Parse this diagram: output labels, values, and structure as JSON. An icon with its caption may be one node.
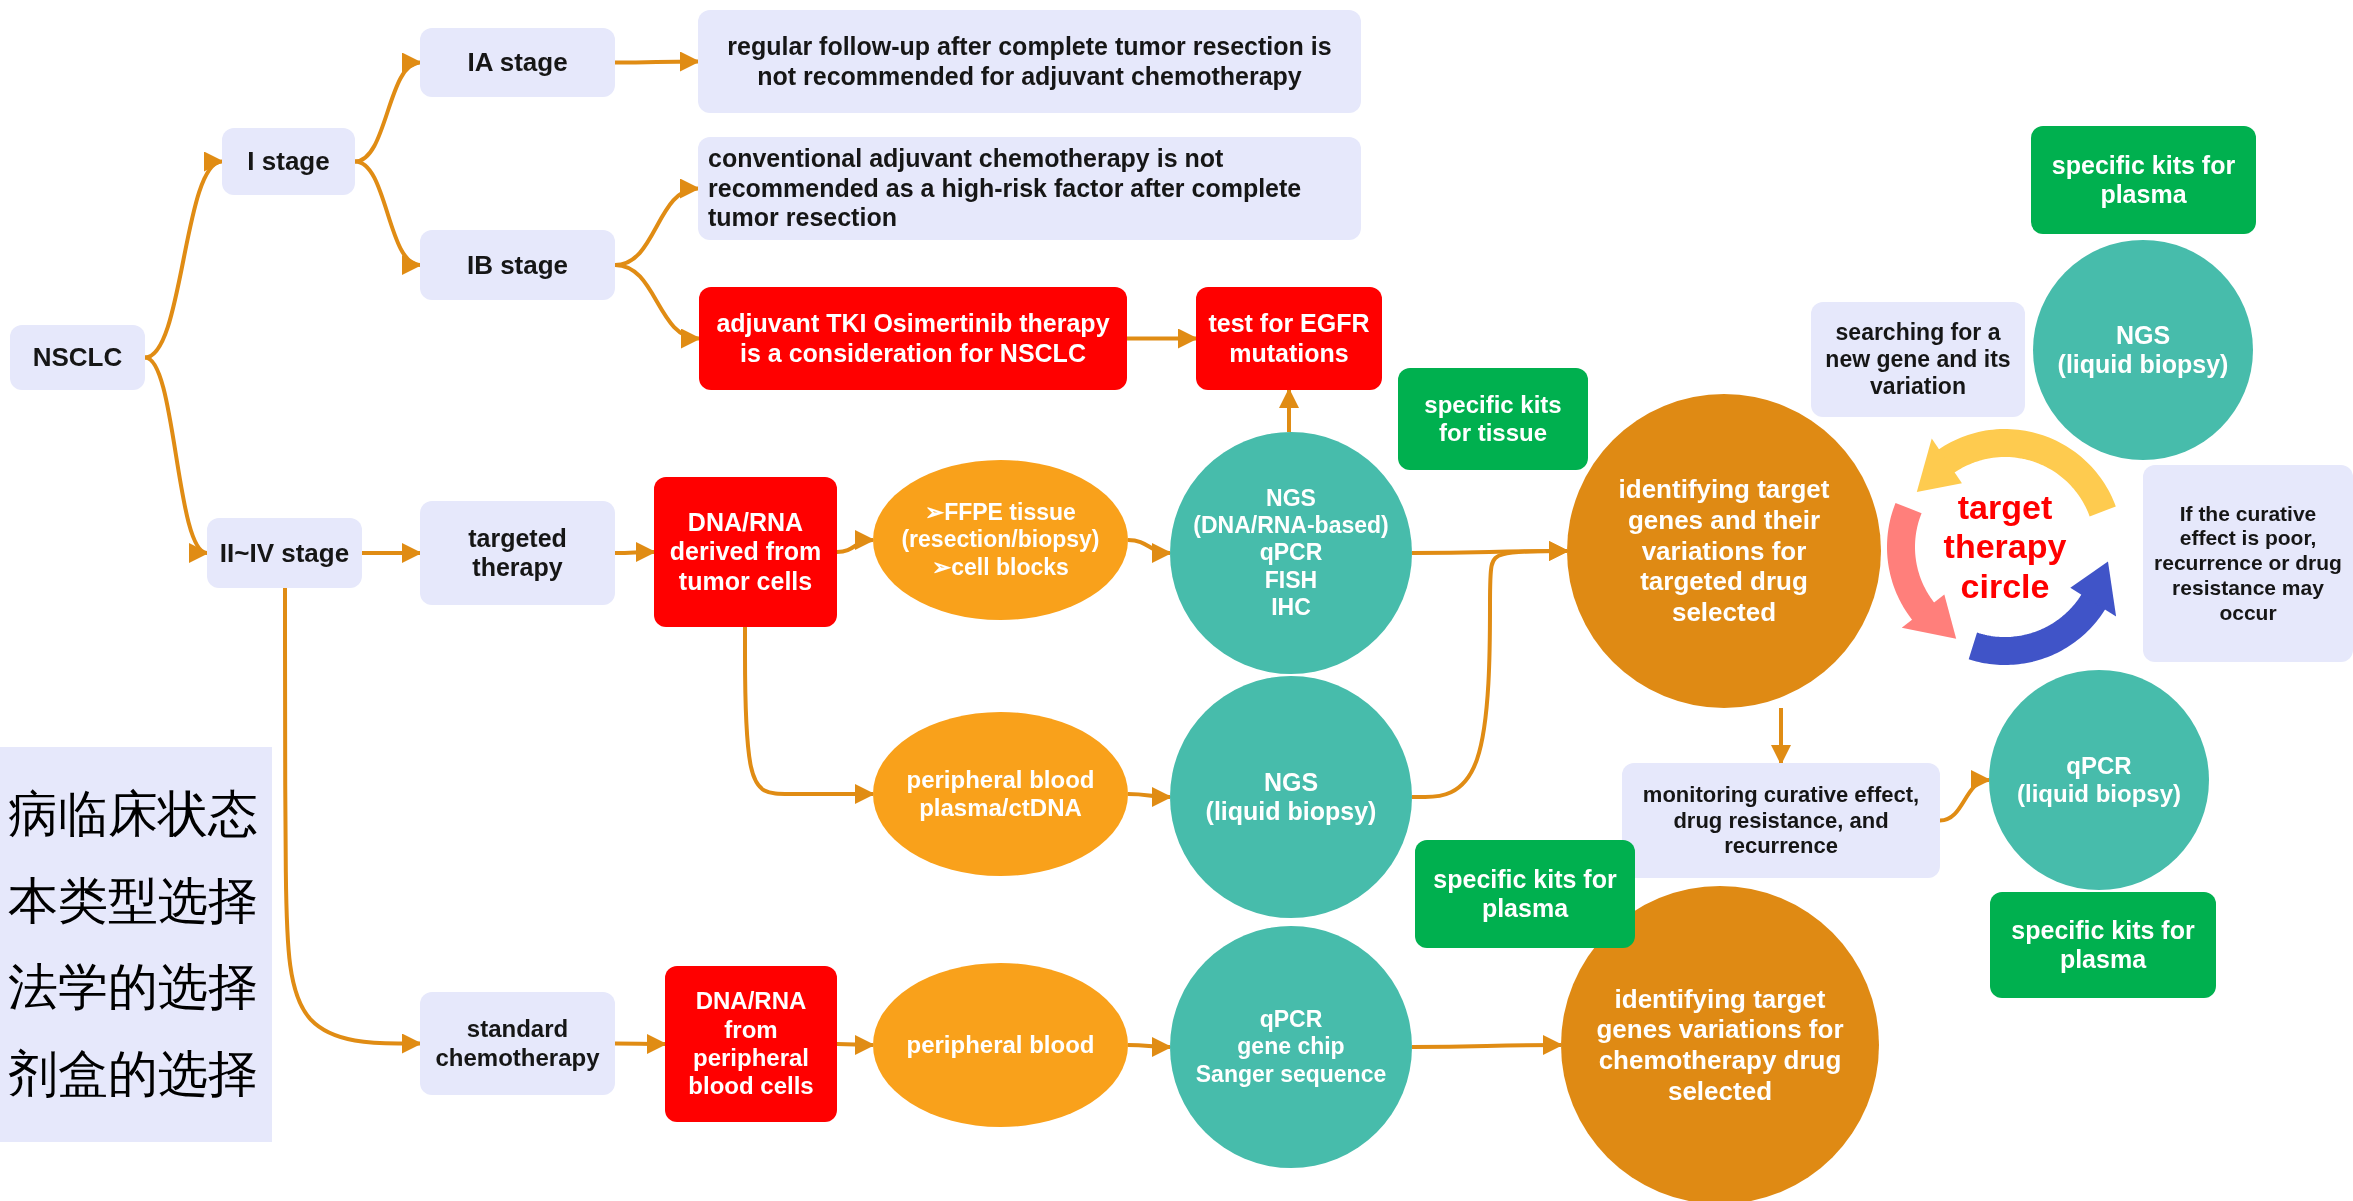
{
  "diagram": {
    "nodes": [
      {
        "text": [
          "NSCLC"
        ]
      },
      {
        "text": [
          "I stage"
        ]
      },
      {
        "text": [
          "II~IV stage"
        ]
      },
      {
        "text": [
          "IA stage"
        ]
      },
      {
        "text": [
          "IB stage"
        ]
      },
      {
        "text": [
          "regular follow-up after complete tumor resection is not recommended for adjuvant chemotherapy"
        ]
      },
      {
        "text": [
          "conventional adjuvant chemotherapy is not recommended as a high-risk factor after complete tumor resection"
        ]
      },
      {
        "text": [
          "adjuvant TKI Osimertinib therapy is a consideration for NSCLC"
        ]
      },
      {
        "text": [
          "test for EGFR mutations"
        ]
      },
      {
        "text": [
          "targeted therapy"
        ]
      },
      {
        "text": [
          "standard chemotherapy"
        ]
      },
      {
        "text": [
          "DNA/RNA derived from tumor cells"
        ]
      },
      {
        "text": [
          "DNA/RNA from peripheral blood cells"
        ]
      },
      {
        "text": [
          "➢FFPE tissue (resection/biopsy)",
          "➢cell blocks"
        ]
      },
      {
        "text": [
          "peripheral blood plasma/ctDNA"
        ]
      },
      {
        "text": [
          "peripheral blood"
        ]
      },
      {
        "text": [
          "NGS",
          "(DNA/RNA-based)",
          "qPCR",
          "FISH",
          "IHC"
        ]
      },
      {
        "text": [
          "NGS",
          "(liquid biopsy)"
        ]
      },
      {
        "text": [
          "qPCR",
          "gene chip",
          "Sanger sequence"
        ]
      },
      {
        "text": [
          "specific kits for tissue"
        ]
      },
      {
        "text": [
          "specific kits for plasma"
        ]
      },
      {
        "text": [
          "identifying target genes and their variations for targeted drug selected"
        ]
      },
      {
        "text": [
          "identifying target genes variations for chemotherapy drug selected"
        ]
      },
      {
        "text": [
          "monitoring curative effect, drug resistance, and recurrence"
        ]
      },
      {
        "text": [
          "target therapy circle"
        ]
      },
      {
        "text": [
          "searching for a new gene and its variation"
        ]
      },
      {
        "text": [
          "NGS",
          "(liquid biopsy)"
        ]
      },
      {
        "text": [
          "specific kits for plasma"
        ]
      },
      {
        "text": [
          "If the curative effect is poor, recurrence or drug resistance may occur"
        ]
      },
      {
        "text": [
          "qPCR",
          "(liquid biopsy)"
        ]
      },
      {
        "text": [
          "specific kits for plasma"
        ]
      },
      {
        "text": [
          "病临床状态",
          "本类型选择",
          "法学的选择",
          "剂盒的选择"
        ]
      }
    ],
    "edges": [
      {
        "from": 0,
        "to": 1,
        "arrow": "to"
      },
      {
        "from": 0,
        "to": 2,
        "arrow": "to"
      },
      {
        "from": 1,
        "to": 3,
        "arrow": "to"
      },
      {
        "from": 1,
        "to": 4,
        "arrow": "to"
      },
      {
        "from": 3,
        "to": 5,
        "arrow": "to"
      },
      {
        "from": 4,
        "to": 6,
        "arrow": "to"
      },
      {
        "from": 4,
        "to": 7,
        "arrow": "to"
      },
      {
        "from": 7,
        "to": 8,
        "arrow": "to"
      },
      {
        "from": 16,
        "to": 8,
        "arrow": "to"
      },
      {
        "from": 2,
        "to": 9,
        "arrow": "to"
      },
      {
        "from": 2,
        "to": 10,
        "arrow": "to"
      },
      {
        "from": 9,
        "to": 11,
        "arrow": "to"
      },
      {
        "from": 11,
        "to": 13,
        "arrow": "to"
      },
      {
        "from": 11,
        "to": 14,
        "arrow": "to"
      },
      {
        "from": 13,
        "to": 16,
        "arrow": "to"
      },
      {
        "from": 14,
        "to": 17,
        "arrow": "to"
      },
      {
        "from": 16,
        "to": 21,
        "arrow": "to"
      },
      {
        "from": 17,
        "to": 21,
        "arrow": "to"
      },
      {
        "from": 10,
        "to": 12,
        "arrow": "to"
      },
      {
        "from": 12,
        "to": 15,
        "arrow": "to"
      },
      {
        "from": 15,
        "to": 18,
        "arrow": "to"
      },
      {
        "from": 18,
        "to": 22,
        "arrow": "to"
      },
      {
        "from": 21,
        "to": 23,
        "arrow": "to"
      },
      {
        "from": 23,
        "to": 29,
        "arrow": "to"
      }
    ]
  }
}
